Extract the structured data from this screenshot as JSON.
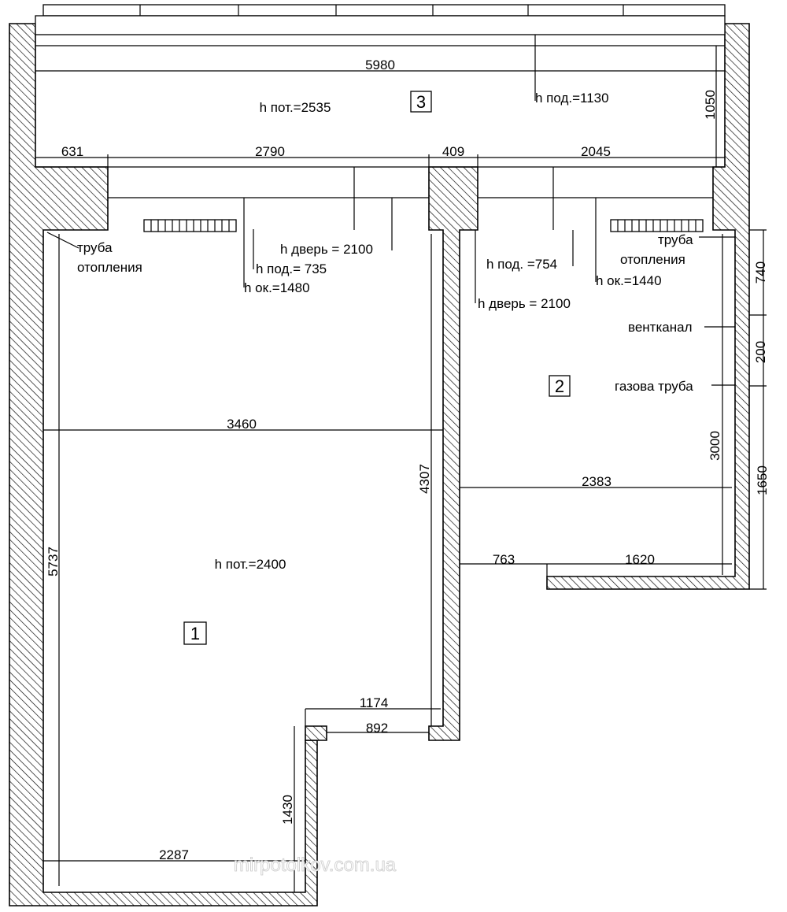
{
  "rooms": [
    {
      "number": "1",
      "ceiling": "h пот.=2400"
    },
    {
      "number": "2"
    },
    {
      "number": "3",
      "ceiling": "h пот.=2535"
    }
  ],
  "labels": {
    "pipe_left_1": "труба",
    "pipe_left_2": "отопления",
    "pipe_right_1": "труба",
    "pipe_right_2": "отопления",
    "vent": "вентканал",
    "gas": "газова труба",
    "door_left": "h дверь = 2100",
    "sill_left": "h под.= 735",
    "window_left": "h ок.=1480",
    "sill_right": "h под. =754",
    "window_right": "h ок.=1440",
    "door_right": "h дверь = 2100",
    "sill_balcony": "h под.=1130"
  },
  "dimensions": {
    "balcony_width": "5980",
    "balcony_depth": "1050",
    "seg_631": "631",
    "seg_2790": "2790",
    "seg_409": "409",
    "seg_2045": "2045",
    "room1_width": "3460",
    "room1_height": "5737",
    "room1_right": "4307",
    "room2_width": "2383",
    "room2_height": "3000",
    "room2_763": "763",
    "room2_1620": "1620",
    "ext_740": "740",
    "ext_200": "200",
    "ext_1650": "1650",
    "notch_1174": "1174",
    "notch_892": "892",
    "notch_1430": "1430",
    "bottom_2287": "2287"
  },
  "watermark": "mirpotolkov.com.ua"
}
